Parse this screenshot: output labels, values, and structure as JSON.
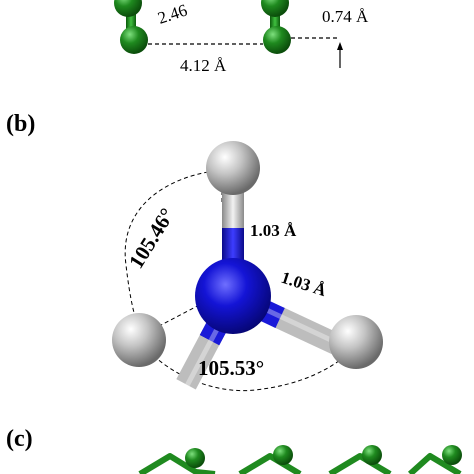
{
  "colors": {
    "cl_atom": "#1f8a1f",
    "cl_atom_dark": "#0b5a0b",
    "n_atom": "#1414d6",
    "h_atom": "#c8c8c8",
    "bond_blue": "#1a1ad8",
    "bond_white": "#e6e6e6"
  },
  "panel_a": {
    "label_diag": "2.46",
    "label_height": "0.74 Å",
    "label_width": "4.12 Å"
  },
  "panel_b": {
    "label": "(b)",
    "bond_top": "1.03 Å",
    "bond_right": "1.03 Å",
    "angle_left": "105.46°",
    "angle_bottom": "105.53°"
  },
  "panel_c": {
    "label": "(c)"
  }
}
